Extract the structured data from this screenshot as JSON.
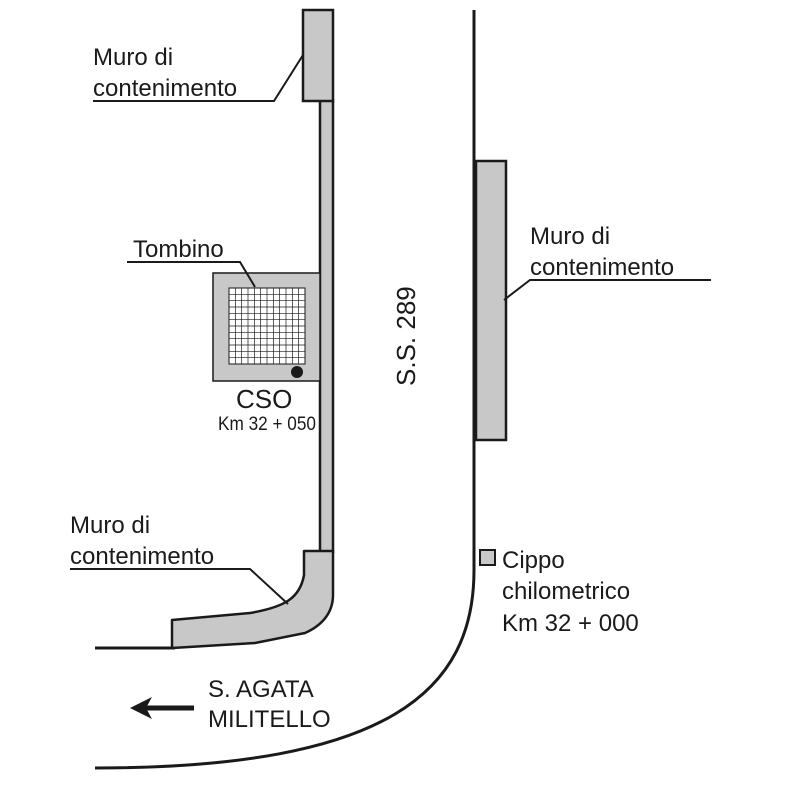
{
  "labels": {
    "wall_top_left": [
      "Muro di",
      "contenimento"
    ],
    "wall_right": [
      "Muro di",
      "contenimento"
    ],
    "wall_bottom_left": [
      "Muro di",
      "contenimento"
    ],
    "tombino": "Tombino",
    "cso_title": "CSO",
    "cso_km": "Km 32 + 050",
    "road_name": "S.S. 289",
    "milestone": [
      "Cippo",
      "chilometrico",
      "Km 32 + 000"
    ],
    "direction": [
      "S. AGATA",
      "MILITELLO"
    ]
  },
  "colors": {
    "wall_fill": "#c8c8c8",
    "line": "#1a1a1a",
    "background": "#ffffff"
  },
  "icons": {
    "direction_arrow": "arrow-left-icon",
    "cso_marker": "dot-marker-icon"
  }
}
